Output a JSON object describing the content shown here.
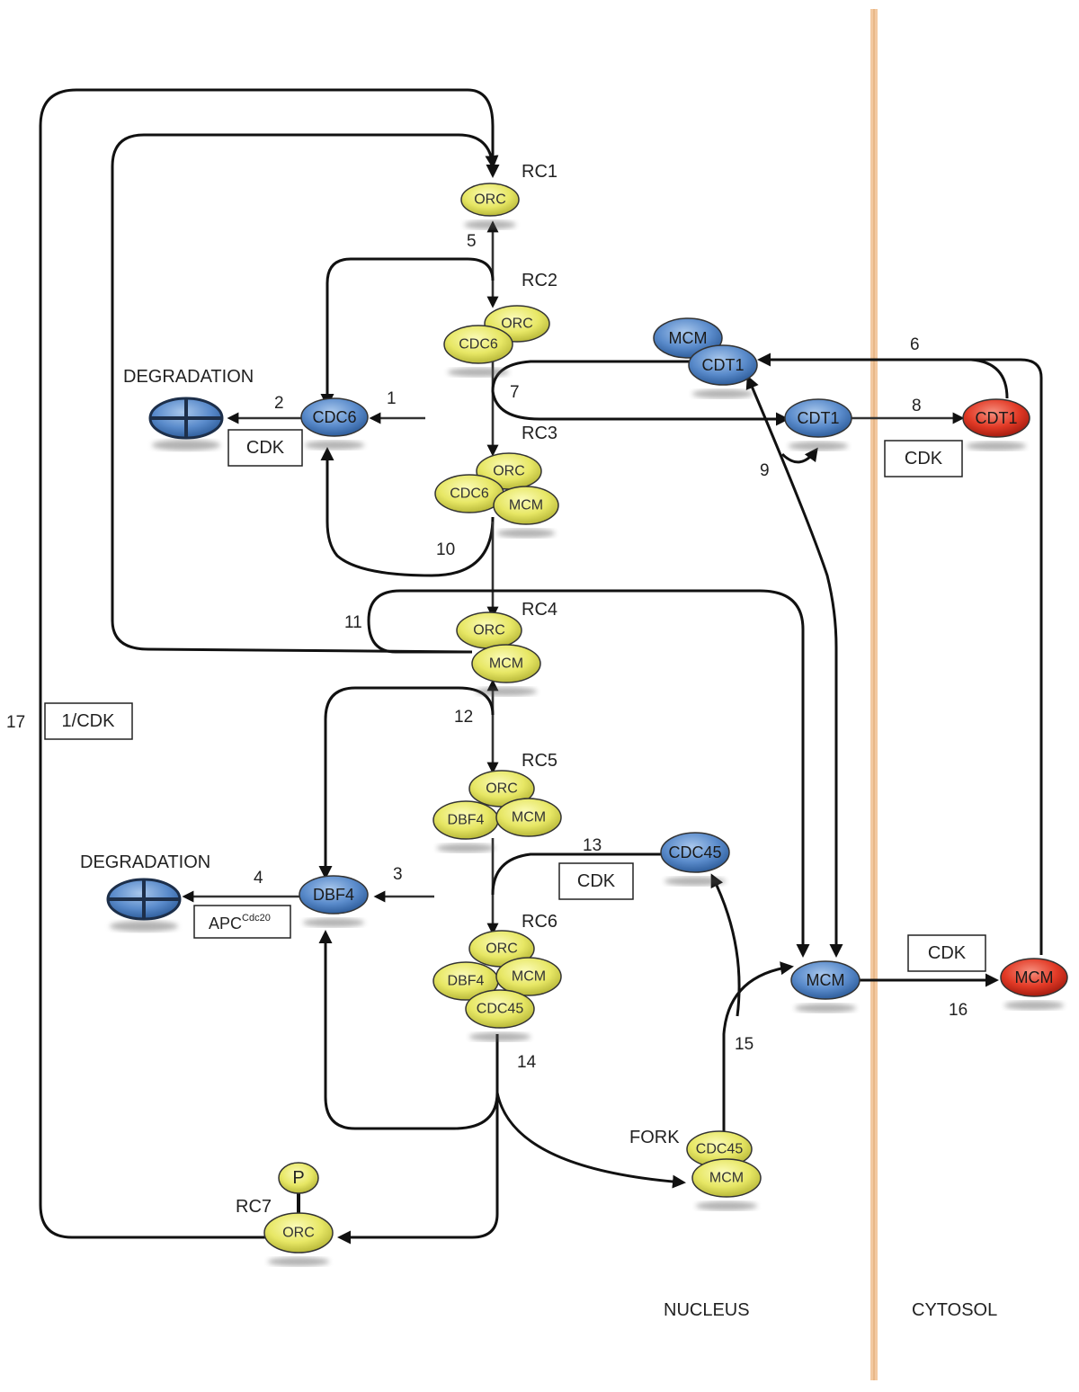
{
  "compartments": {
    "nucleus": "NUCLEUS",
    "cytosol": "CYTOSOL"
  },
  "complexes": {
    "rc1": "RC1",
    "rc2": "RC2",
    "rc3": "RC3",
    "rc4": "RC4",
    "rc5": "RC5",
    "rc6": "RC6",
    "rc7": "RC7",
    "fork": "FORK"
  },
  "molecules": {
    "orc": "ORC",
    "cdc6": "CDC6",
    "mcm": "MCM",
    "cdt1": "CDT1",
    "dbf4": "DBF4",
    "cdc45": "CDC45",
    "p": "P"
  },
  "labels": {
    "degradation": "DEGRADATION"
  },
  "regulators": {
    "cdk": "CDK",
    "inv_cdk": "1/CDK",
    "apc_base": "APC",
    "apc_sup": "Cdc20"
  },
  "reactions": [
    "1",
    "2",
    "3",
    "4",
    "5",
    "6",
    "7",
    "8",
    "9",
    "10",
    "11",
    "12",
    "13",
    "14",
    "15",
    "16",
    "17"
  ],
  "colors": {
    "yellow": "#e9e96a",
    "blue": "#5b8ecf",
    "red": "#e23a26",
    "membrane": "#f0c8a0"
  }
}
